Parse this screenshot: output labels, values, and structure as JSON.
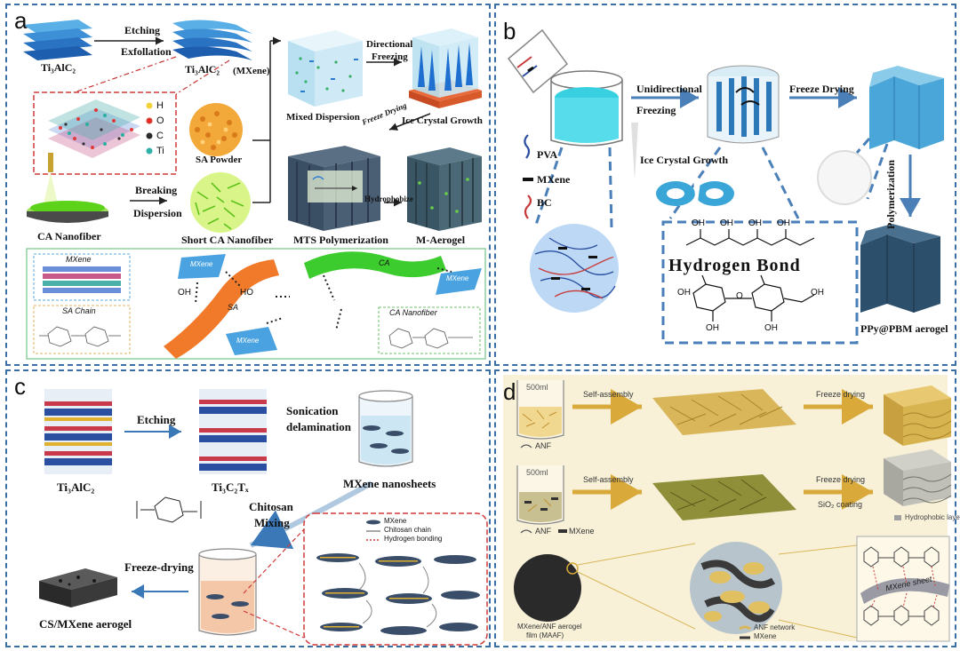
{
  "panel_a": {
    "letter": "a",
    "etching": "Etching",
    "exfollation": "Exfollation",
    "ti3alc2": "Ti₃AlC₂",
    "ti3alc2_mxene": "Ti₃AlC₂",
    "mxene_paren": "(MXene)",
    "legend_h": "H",
    "legend_o": "O",
    "legend_c": "C",
    "legend_ti": "Ti",
    "directional": "Directional",
    "freezing": "Freezing",
    "mixed_dispersion": "Mixed Dispersion",
    "freeze_drying": "Freeze Drying",
    "ice_crystal": "Ice Crystal Growth",
    "sa_powder": "SA Powder",
    "hydrophobize": "Hydrophobize",
    "breaking": "Breaking",
    "dispersion": "Dispersion",
    "ca_nanofiber": "CA Nanofiber",
    "short_ca": "Short CA Nanofiber",
    "mts": "MTS Polymerization",
    "m_aerogel": "M-Aerogel",
    "box_mxene": "MXene",
    "sa_chain": "SA Chain",
    "mxene_1": "MXene",
    "mxene_2": "MXene",
    "mxene_3": "MXene",
    "sa_strip": "SA",
    "ca_strip": "CA",
    "oh": "OH",
    "ho": "HO",
    "ca_box": "CA Nanofiber"
  },
  "panel_b": {
    "letter": "b",
    "unidirectional": "Unidirectional",
    "freezing": "Freezing",
    "freeze_drying": "Freeze Drying",
    "ice_crystal": "Ice Crystal Growth",
    "pva": "PVA",
    "mxene": "MXene",
    "bc": "BC",
    "polymerization": "Polymerization",
    "hydrogen_bond": "Hydrogen Bond",
    "oh": "OH",
    "o": "O",
    "ppy": "PPy@PBM aerogel"
  },
  "panel_c": {
    "letter": "c",
    "etching": "Etching",
    "sonication": "Sonication",
    "delamination": "delamination",
    "ti3alc2": "Ti₃AlC₂",
    "ti3c2tx": "Ti₃C₂Tₓ",
    "mxene_nanosheets": "MXene nanosheets",
    "chitosan": "Chitosan",
    "mixing": "Mixing",
    "legend_mxene": "MXene",
    "legend_chain": "Chitosan chain",
    "legend_hb": "Hydrogen bonding",
    "freeze_drying": "Freeze-drying",
    "cs_aerogel": "CS/MXene aerogel"
  },
  "panel_d": {
    "letter": "d",
    "ml_500": "500ml",
    "self_assembly_1": "Self-assembly",
    "self_assembly_2": "Self-assembly",
    "freeze_drying_1": "Freeze drying",
    "freeze_drying_2": "Freeze drying",
    "sio2": "SiO₂ coating",
    "anf": "ANF",
    "anf_mxene": "ANF",
    "mxene_legend": "MXene",
    "hydrophobic": "Hydrophobic layer",
    "maaf": "MXene/ANF aerogel",
    "maaf2": "film (MAAF)",
    "anf_network": "ANF network",
    "mxene_small": "MXene",
    "mxene_sheet": "MXene sheet"
  },
  "colors": {
    "border": "#3a6fa6",
    "mxene_blue": "#4aa3e0",
    "sa_orange": "#f07a2a",
    "ca_green": "#3dcc2e",
    "gold": "#d9b65a",
    "olive": "#8f8f3a",
    "navy": "#2c4f7c"
  }
}
